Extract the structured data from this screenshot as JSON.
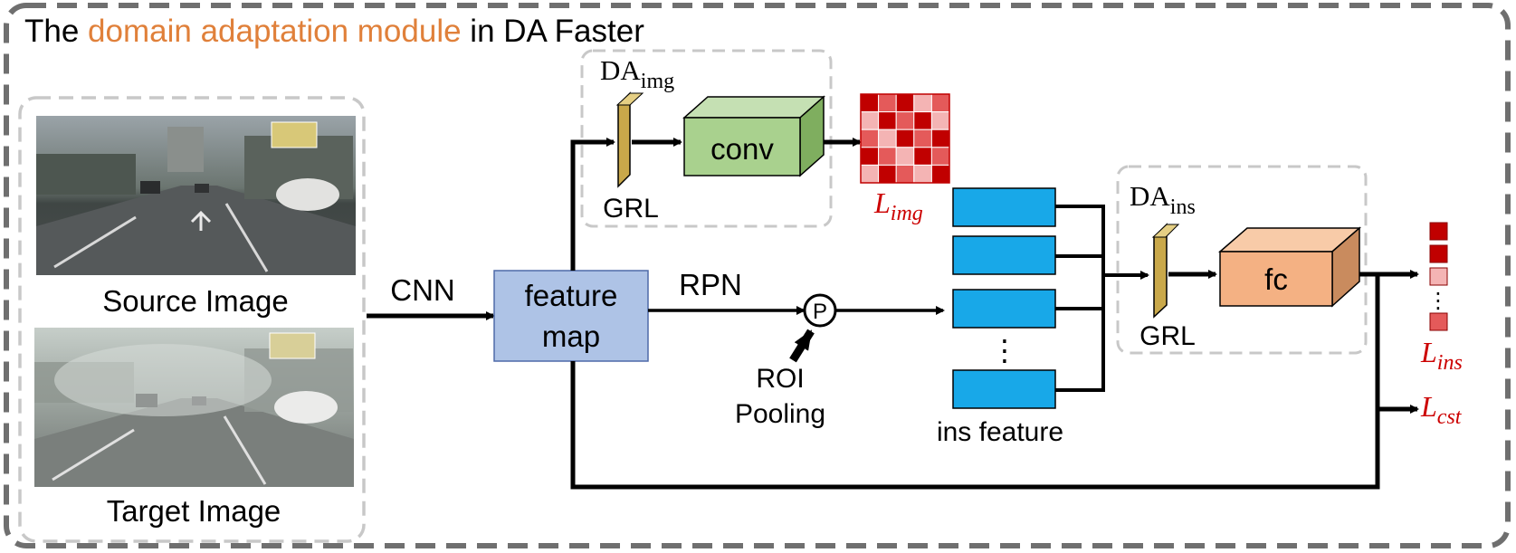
{
  "title": {
    "prefix": "The ",
    "highlight": "domain adaptation module",
    "suffix": " in DA Faster"
  },
  "colors": {
    "highlight": "#e0803a",
    "feature_map_fill": "#aec3e6",
    "conv_fill": "#a9d18e",
    "fc_fill": "#f4b183",
    "grl_fill": "#c9a84a",
    "ins_box_fill": "#18a8e8",
    "loss_text": "#cc0000",
    "dark_red": "#c00000",
    "mid_red": "#e45a5a",
    "pink": "#f4b4b4"
  },
  "images": {
    "source_label": "Source Image",
    "target_label": "Target Image"
  },
  "labels": {
    "cnn": "CNN",
    "feature_map_line1": "feature",
    "feature_map_line2": "map",
    "rpn": "RPN",
    "pool_symbol": "P",
    "roi_line1": "ROI",
    "roi_line2": "Pooling",
    "ins_feature": "ins feature",
    "conv": "conv",
    "fc": "fc",
    "grl_img": "GRL",
    "grl_ins": "GRL",
    "da_img_main": "DA",
    "da_img_sub": "img",
    "da_ins_main": "DA",
    "da_ins_sub": "ins",
    "loss_img_main": "L",
    "loss_img_sub": "img",
    "loss_ins_main": "L",
    "loss_ins_sub": "ins",
    "loss_cst_main": "L",
    "loss_cst_sub": "cst",
    "dots": "⋮"
  },
  "heatmap": {
    "rows": 5,
    "cols": 5,
    "cells": [
      [
        0,
        1,
        0,
        2,
        1
      ],
      [
        2,
        0,
        1,
        0,
        2
      ],
      [
        1,
        2,
        0,
        1,
        0
      ],
      [
        0,
        1,
        2,
        0,
        1
      ],
      [
        2,
        0,
        1,
        2,
        0
      ]
    ]
  },
  "ins_output_cells": [
    0,
    1,
    2,
    3
  ]
}
